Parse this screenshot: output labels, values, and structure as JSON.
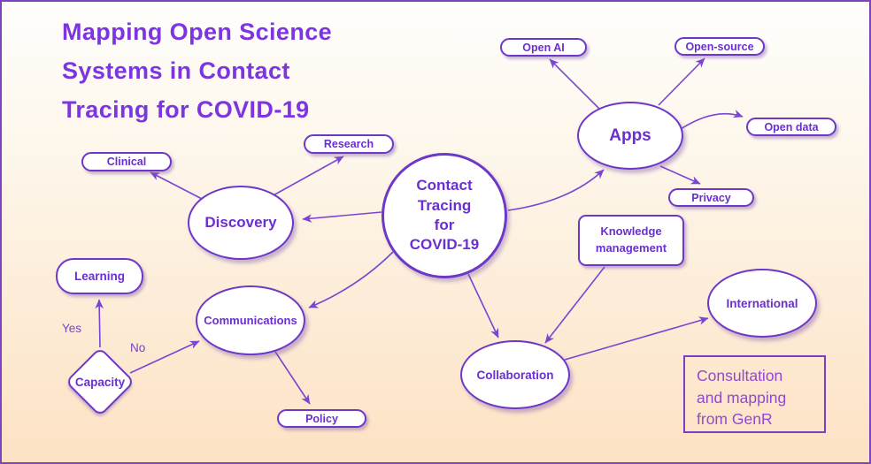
{
  "title": "Mapping Open Science\nSystems in Contact\nTracing for COVID-19",
  "center": {
    "label": "Contact\nTracing\nfor\nCOVID-19"
  },
  "nodes": {
    "clinical": {
      "label": "Clinical"
    },
    "research": {
      "label": "Research"
    },
    "discovery": {
      "label": "Discovery"
    },
    "open_ai": {
      "label": "Open AI"
    },
    "open_source": {
      "label": "Open-source"
    },
    "apps": {
      "label": "Apps"
    },
    "open_data": {
      "label": "Open data"
    },
    "privacy": {
      "label": "Privacy"
    },
    "knowledge": {
      "label": "Knowledge\nmanagement"
    },
    "learning": {
      "label": "Learning"
    },
    "capacity": {
      "label": "Capacity"
    },
    "communications": {
      "label": "Communications"
    },
    "policy": {
      "label": "Policy"
    },
    "collaboration": {
      "label": "Collaboration"
    },
    "international": {
      "label": "International"
    }
  },
  "edge_labels": {
    "yes": "Yes",
    "no": "No"
  },
  "annotation": {
    "label": "Consultation\nand mapping\nfrom GenR"
  },
  "colors": {
    "accent_purple": "#7c35e0",
    "node_border": "#6d38c8",
    "node_text": "#6b2fd0",
    "edge_line": "#7a45d2",
    "annotation_text": "#9249cc",
    "bg_top": "#fffefc",
    "bg_bottom": "#fde2c4"
  }
}
